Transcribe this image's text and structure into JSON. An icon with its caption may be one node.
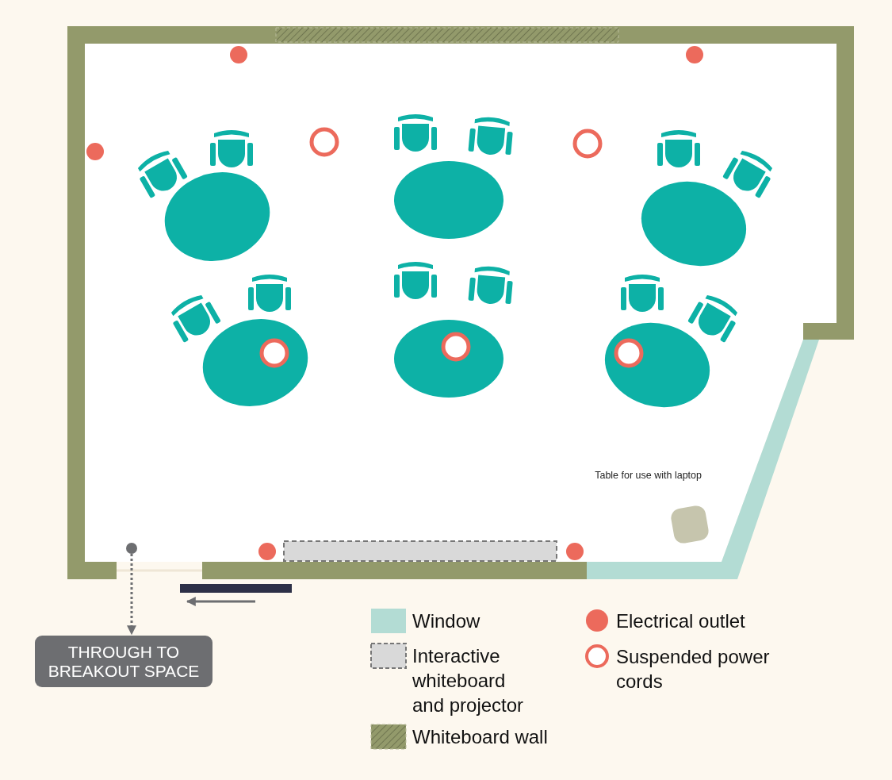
{
  "diagram": {
    "nodes": [
      {
        "text": [],
        "shape": "circle"
      },
      {
        "text": [
          "THROUGH TO BREAKOUT SPACE"
        ]
      }
    ],
    "edges": [
      {
        "from": 0,
        "to": 1,
        "arrow": "to",
        "style": "dashed"
      }
    ],
    "labels": [
      "Table for use with laptop"
    ],
    "legend": [
      {
        "text": "Window",
        "color": "#b3dcd4"
      },
      {
        "text": "Interactive whiteboard and projector"
      },
      {
        "text": "Whiteboard wall"
      },
      {
        "text": "Electrical outlet",
        "color": "#ec6a5c"
      },
      {
        "text": "Suspended power cords"
      }
    ]
  }
}
